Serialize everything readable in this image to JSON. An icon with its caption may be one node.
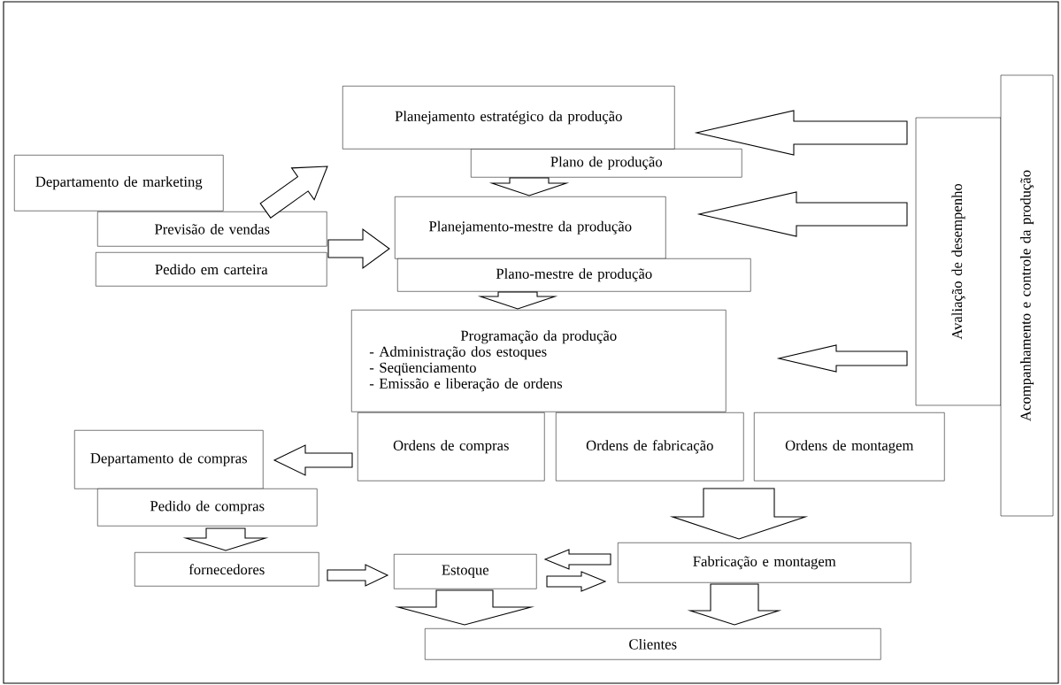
{
  "diagram": {
    "nodes": [
      {
        "text": [
          "Planejamento estratégico da produção"
        ]
      },
      {
        "text": [
          "Plano de produção"
        ]
      },
      {
        "text": [
          "Departamento de marketing"
        ]
      },
      {
        "text": [
          "Previsão de vendas"
        ]
      },
      {
        "text": [
          "Pedido em carteira"
        ]
      },
      {
        "text": [
          "Planejamento-mestre da produção"
        ]
      },
      {
        "text": [
          "Plano-mestre de produção"
        ]
      },
      {
        "text": [
          "Programação da produção",
          "- Administração dos estoques",
          "- Seqüenciamento",
          "- Emissão e liberação de ordens"
        ]
      },
      {
        "text": [
          "Ordens de compras"
        ]
      },
      {
        "text": [
          "Ordens de fabricação"
        ]
      },
      {
        "text": [
          "Ordens de montagem"
        ]
      },
      {
        "text": [
          "Departamento de compras"
        ]
      },
      {
        "text": [
          "Pedido de compras"
        ]
      },
      {
        "text": [
          "fornecedores"
        ]
      },
      {
        "text": [
          "Estoque"
        ]
      },
      {
        "text": [
          "Fabricação e montagem"
        ]
      },
      {
        "text": [
          "Clientes"
        ]
      },
      {
        "text": [
          "Avaliação de desempenho"
        ]
      },
      {
        "text": [
          "Acompanhamento e controle da produção"
        ]
      }
    ],
    "edges": [
      {
        "from": 2,
        "to": 0,
        "arrow": "to"
      },
      {
        "from": 3,
        "to": 5,
        "arrow": "to"
      },
      {
        "from": 4,
        "to": 5,
        "arrow": "to"
      },
      {
        "from": 1,
        "to": 5,
        "arrow": "to"
      },
      {
        "from": 6,
        "to": 7,
        "arrow": "to"
      },
      {
        "from": 17,
        "to": 0,
        "arrow": "to"
      },
      {
        "from": 17,
        "to": 5,
        "arrow": "to"
      },
      {
        "from": 17,
        "to": 7,
        "arrow": "to"
      },
      {
        "from": 8,
        "to": 11,
        "arrow": "to"
      },
      {
        "from": 12,
        "to": 13,
        "arrow": "to"
      },
      {
        "from": 13,
        "to": 14,
        "arrow": "to"
      },
      {
        "from": 15,
        "to": 14,
        "arrow": "to"
      },
      {
        "from": 14,
        "to": 15,
        "arrow": "to"
      },
      {
        "from": 14,
        "to": 16,
        "arrow": "to"
      },
      {
        "from": 15,
        "to": 16,
        "arrow": "to"
      },
      {
        "from": 9,
        "to": 15,
        "arrow": "to"
      },
      {
        "from": 10,
        "to": 15,
        "arrow": "to"
      }
    ]
  }
}
